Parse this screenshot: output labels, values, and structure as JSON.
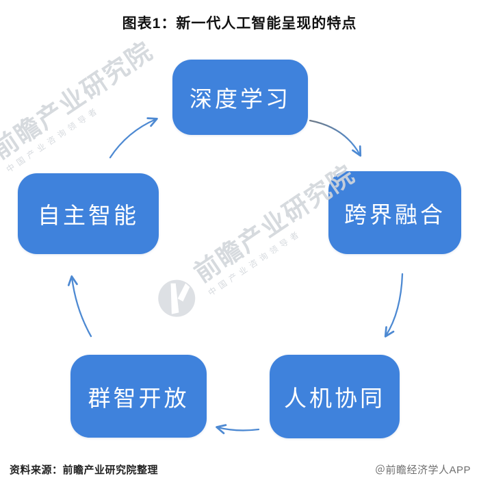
{
  "title": "图表1：新一代人工智能呈现的特点",
  "diagram": {
    "type": "cycle",
    "nodes": [
      {
        "id": "deep-learning",
        "label": "深度学习",
        "position": "top"
      },
      {
        "id": "cross-border-fusion",
        "label": "跨界融合",
        "position": "right"
      },
      {
        "id": "human-machine-collab",
        "label": "人机协同",
        "position": "bottom-right"
      },
      {
        "id": "crowd-intelligence",
        "label": "群智开放",
        "position": "bottom-left"
      },
      {
        "id": "autonomous-intel",
        "label": "自主智能",
        "position": "left"
      }
    ],
    "edges": [
      {
        "from": "深度学习",
        "to": "跨界融合"
      },
      {
        "from": "跨界融合",
        "to": "人机协同"
      },
      {
        "from": "人机协同",
        "to": "群智开放"
      },
      {
        "from": "群智开放",
        "to": "自主智能"
      },
      {
        "from": "自主智能",
        "to": "深度学习"
      }
    ]
  },
  "watermark": {
    "brand": "前瞻产业研究院",
    "tagline": "中国产业咨询领导者"
  },
  "footer": {
    "source": "资料来源：前瞻产业研究院整理",
    "credit": "＠前瞻经济学人APP"
  },
  "colors": {
    "node_fill": "#3F82DC",
    "node_text": "#FFFFFF",
    "arrow": "#4D89D2",
    "title_text": "#111111",
    "source_text": "#222222",
    "credit_text": "#6F6F6F",
    "watermark": "#D2D6DB",
    "background": "#FFFFFF"
  }
}
